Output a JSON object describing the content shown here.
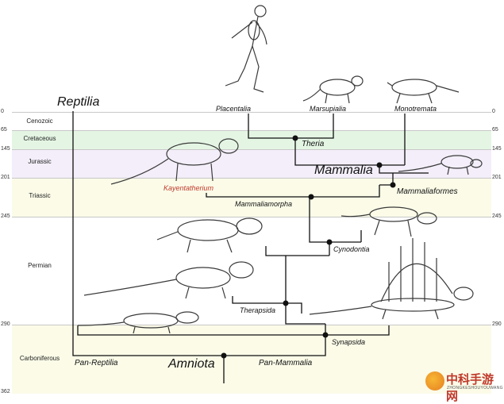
{
  "periods": [
    {
      "name": "Cenozoic",
      "color": "#ffffff"
    },
    {
      "name": "Cretaceous",
      "color": "#e4f5e4"
    },
    {
      "name": "Jurassic",
      "color": "#f3eef9"
    },
    {
      "name": "Triassic",
      "color": "#fbfbe8"
    },
    {
      "name": "Permian",
      "color": "#ffffff"
    },
    {
      "name": "Carboniferous",
      "color": "#fbfbe8"
    }
  ],
  "ticks": [
    "0",
    "65",
    "145",
    "201",
    "245",
    "290",
    "362"
  ],
  "taxa": {
    "reptilia": "Reptilia",
    "placentalia": "Placentalia",
    "marsupialia": "Marsupialia",
    "monotremata": "Monotremata",
    "theria": "Theria",
    "mammalia": "Mammalia",
    "mammaliaformes": "Mammaliaformes",
    "kayentatherium": "Kayentatherium",
    "mammaliamorpha": "Mammaliamorpha",
    "cynodontia": "Cynodontia",
    "therapsida": "Therapsida",
    "synapsida": "Synapsida",
    "pan_reptilia": "Pan-Reptilia",
    "amniota": "Amniota",
    "pan_mammalia": "Pan-Mammalia"
  },
  "watermark": {
    "title": "中科手游网",
    "subtitle": "ZHONGKESHOUYOUWANG"
  },
  "colors": {
    "line": "#111111",
    "node": "#111111",
    "skeleton": "#3a3a3a",
    "highlight": "#c0392b"
  }
}
